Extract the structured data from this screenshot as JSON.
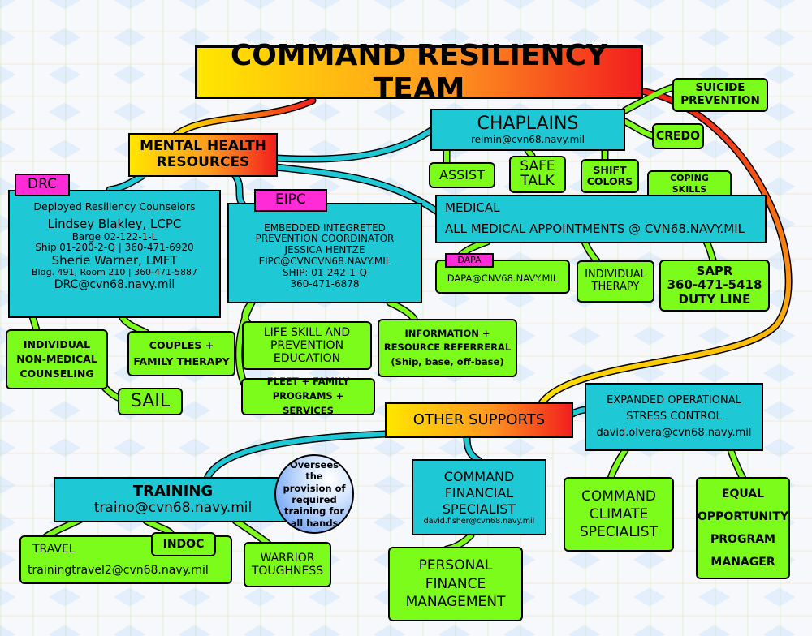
{
  "title": "COMMAND RESILIENCY TEAM",
  "colors": {
    "green": "#7CFC1A",
    "cyan": "#1EC8D4",
    "magenta": "#FF2BD6",
    "gradient_start": "#FFE600",
    "gradient_end": "#F21E1E"
  },
  "mental_health": "MENTAL HEALTH RESOURCES",
  "drc": {
    "tag": "DRC",
    "subtitle": "Deployed Resiliency Counselors",
    "name1": "Lindsey Blakley, LCPC",
    "loc1": "Barge 02-122-1-L",
    "ship1": "Ship 01-200-2-Q | 360-471-6920",
    "name2": "Sherie Warner, LMFT",
    "loc2": "Bldg. 491, Room 210 | 360-471-5887",
    "email": "DRC@cvn68.navy.mil"
  },
  "individual_counseling": "INDIVIDUAL NON-MEDICAL COUNSELING",
  "couples": "COUPLES + FAMILY THERAPY",
  "sail": "SAIL",
  "eipc": {
    "tag": "EIPC",
    "line1": "EMBEDDED INTEGRETED",
    "line2": "PREVENTION COORDINATOR",
    "name": "JESSICA HENTZE",
    "email": "EIPC@CVNCVN68.NAVY.MIL",
    "ship": "SHIP: 01-242-1-Q",
    "phone": "360-471-6878"
  },
  "life_skill": "LIFE SKILL AND PREVENTION EDUCATION",
  "fleet": "FLEET + FAMILY PROGRAMS + SERVICES",
  "info_referral": {
    "line1": "INFORMATION +",
    "line2": "RESOURCE REFERRERAL",
    "line3": "(Ship, base, off-base)"
  },
  "chaplains": {
    "title": "CHAPLAINS",
    "email": "relmin@cvn68.navy.mil"
  },
  "suicide_prevention": "SUICIDE PREVENTION",
  "credo": "CREDO",
  "assist": "ASSIST",
  "safe_talk": "SAFE TALK",
  "shift_colors": "SHIFT COLORS",
  "coping": "COPING SKILLS CLASSES",
  "medical": {
    "title": "MEDICAL",
    "appointments": "ALL MEDICAL APPOINTMENTS @ CVN68.NAVY.MIL"
  },
  "dapa": {
    "tag": "DAPA",
    "email": "DAPA@CNV68.NAVY.MIL"
  },
  "individual_therapy": "INDIVIDUAL THERAPY",
  "sapr": {
    "title": "SAPR",
    "phone": "360-471-5418",
    "duty": "DUTY LINE"
  },
  "other_supports": "OTHER SUPPORTS",
  "eosc": {
    "line1": "EXPANDED OPERATIONAL",
    "line2": "STRESS CONTROL",
    "email": "david.olvera@cvn68.navy.mil"
  },
  "training": {
    "title": "TRAINING",
    "email": "traino@cvn68.navy.mil"
  },
  "oversees": "Oversees the provision of required training for all hands",
  "travel": {
    "title": "TRAVEL",
    "email": "trainingtravel2@cvn68.navy.mil"
  },
  "indoc": "INDOC",
  "warrior": "WARRIOR TOUGHNESS",
  "cfs": {
    "title": "COMMAND FINANCIAL SPECIALIST",
    "email": "david.fisher@cvn68.navy.mil"
  },
  "pfm": "PERSONAL FINANCE MANAGEMENT",
  "climate": "COMMAND CLIMATE SPECIALIST",
  "eo": "EQUAL OPPORTUNITY PROGRAM MANAGER"
}
